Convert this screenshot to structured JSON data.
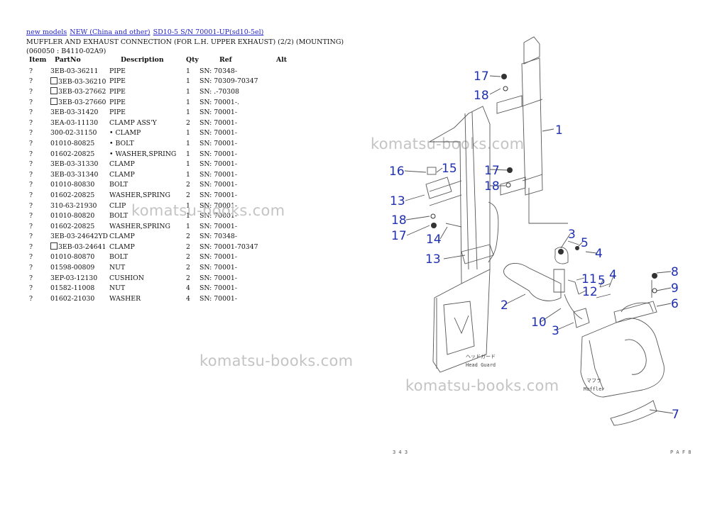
{
  "breadcrumb": {
    "links": [
      "new models",
      "NEW (China and other)",
      "SD10-5 S/N 70001-UP(sd10-5el)"
    ]
  },
  "title": "MUFFLER AND EXHAUST CONNECTION (FOR L.H. UPPER EXHAUST) (2/2) (MOUNTING)(060050 : B4110-02A9)",
  "table": {
    "headers": [
      "Item",
      "PartNo",
      "Description",
      "Qty",
      "Ref",
      "Alt"
    ],
    "rows": [
      {
        "item": "?",
        "box": false,
        "part": "3EB-03-36211",
        "desc": "PIPE",
        "qty": "1",
        "ref": "SN: 70348-"
      },
      {
        "item": "?",
        "box": true,
        "part": "3EB-03-36210",
        "desc": "PIPE",
        "qty": "1",
        "ref": "SN: 70309-70347"
      },
      {
        "item": "?",
        "box": true,
        "part": "3EB-03-27662",
        "desc": "PIPE",
        "qty": "1",
        "ref": "SN: .-70308"
      },
      {
        "item": "?",
        "box": true,
        "part": "3EB-03-27660",
        "desc": "PIPE",
        "qty": "1",
        "ref": "SN: 70001-."
      },
      {
        "item": "?",
        "box": false,
        "part": "3EB-03-31420",
        "desc": "PIPE",
        "qty": "1",
        "ref": "SN: 70001-"
      },
      {
        "item": "?",
        "box": false,
        "part": "3EA-03-11130",
        "desc": "CLAMP ASS'Y",
        "qty": "2",
        "ref": "SN: 70001-"
      },
      {
        "item": "?",
        "box": false,
        "part": "300-02-31150",
        "desc": "• CLAMP",
        "qty": "1",
        "ref": "SN: 70001-"
      },
      {
        "item": "?",
        "box": false,
        "part": "01010-80825",
        "desc": "• BOLT",
        "qty": "1",
        "ref": "SN: 70001-"
      },
      {
        "item": "?",
        "box": false,
        "part": "01602-20825",
        "desc": "• WASHER,SPRING",
        "qty": "1",
        "ref": "SN: 70001-"
      },
      {
        "item": "?",
        "box": false,
        "part": "3EB-03-31330",
        "desc": "CLAMP",
        "qty": "1",
        "ref": "SN: 70001-"
      },
      {
        "item": "?",
        "box": false,
        "part": "3EB-03-31340",
        "desc": "CLAMP",
        "qty": "1",
        "ref": "SN: 70001-"
      },
      {
        "item": "?",
        "box": false,
        "part": "01010-80830",
        "desc": "BOLT",
        "qty": "2",
        "ref": "SN: 70001-"
      },
      {
        "item": "?",
        "box": false,
        "part": "01602-20825",
        "desc": "WASHER,SPRING",
        "qty": "2",
        "ref": "SN: 70001-"
      },
      {
        "item": "?",
        "box": false,
        "part": "310-63-21930",
        "desc": "CLIP",
        "qty": "1",
        "ref": "SN: 70001-"
      },
      {
        "item": "?",
        "box": false,
        "part": "01010-80820",
        "desc": "BOLT",
        "qty": "1",
        "ref": "SN: 70001-"
      },
      {
        "item": "?",
        "box": false,
        "part": "01602-20825",
        "desc": "WASHER,SPRING",
        "qty": "1",
        "ref": "SN: 70001-"
      },
      {
        "item": "?",
        "box": false,
        "part": "3EB-03-24642YD",
        "desc": "CLAMP",
        "qty": "2",
        "ref": "SN: 70348-"
      },
      {
        "item": "?",
        "box": true,
        "part": "3EB-03-24641",
        "desc": "CLAMP",
        "qty": "2",
        "ref": "SN: 70001-70347"
      },
      {
        "item": "?",
        "box": false,
        "part": "01010-80870",
        "desc": "BOLT",
        "qty": "2",
        "ref": "SN: 70001-"
      },
      {
        "item": "?",
        "box": false,
        "part": "01598-00809",
        "desc": "NUT",
        "qty": "2",
        "ref": "SN: 70001-"
      },
      {
        "item": "?",
        "box": false,
        "part": "3EP-03-12130",
        "desc": "CUSHION",
        "qty": "2",
        "ref": "SN: 70001-"
      },
      {
        "item": "?",
        "box": false,
        "part": "01582-11008",
        "desc": "NUT",
        "qty": "4",
        "ref": "SN: 70001-"
      },
      {
        "item": "?",
        "box": false,
        "part": "01602-21030",
        "desc": "WASHER",
        "qty": "4",
        "ref": "SN: 70001-"
      }
    ]
  },
  "watermark": "komatsu-books.com",
  "diagram": {
    "head_guard_jp": "ヘッドガード",
    "head_guard_en": "Head Guard",
    "muffler_jp": "マフラ",
    "muffler_en": "Muffler",
    "footer_left": "3 4 3",
    "footer_right": "P A F 8",
    "callouts": [
      "17",
      "18",
      "1",
      "16",
      "15",
      "17",
      "18",
      "13",
      "18",
      "17",
      "14",
      "13",
      "3",
      "5",
      "4",
      "11",
      "5",
      "4",
      "12",
      "2",
      "10",
      "3",
      "8",
      "9",
      "6",
      "7"
    ]
  },
  "colors": {
    "link": "#2323c8",
    "callout": "#1e2fb0",
    "watermark": "#c4c4c4"
  }
}
